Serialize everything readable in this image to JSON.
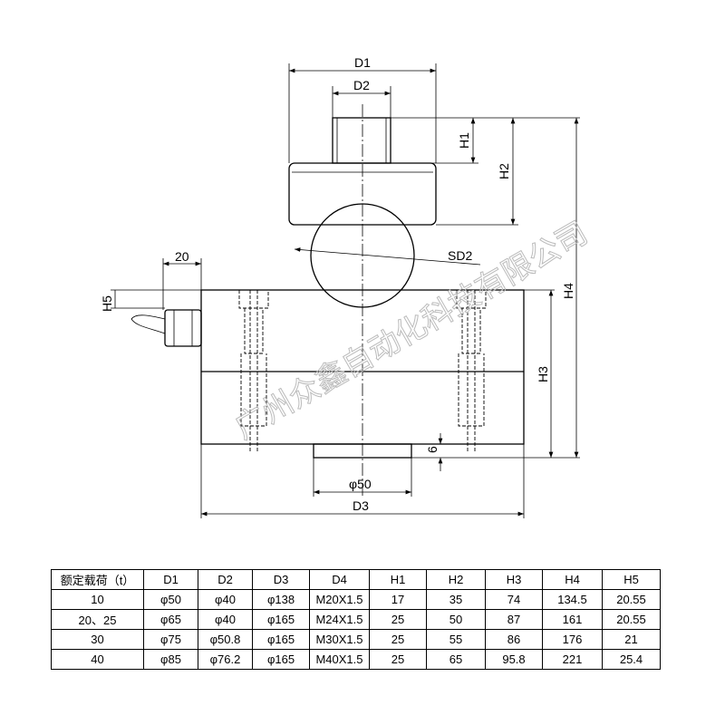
{
  "drawing": {
    "labels": {
      "d1": "D1",
      "d2": "D2",
      "h1": "H1",
      "h2": "H2",
      "h3": "H3",
      "h4": "H4",
      "h5": "H5",
      "sd2": "SD2",
      "d3": "D3",
      "phi50": "φ50",
      "w20": "20",
      "six": "6"
    },
    "watermark": "广州众鑫自动化科技有限公司"
  },
  "table": {
    "headers": [
      "额定载荷（t）",
      "D1",
      "D2",
      "D3",
      "D4",
      "H1",
      "H2",
      "H3",
      "H4",
      "H5"
    ],
    "rows": [
      [
        "10",
        "φ50",
        "φ40",
        "φ138",
        "M20X1.5",
        "17",
        "35",
        "74",
        "134.5",
        "20.55"
      ],
      [
        "20、25",
        "φ65",
        "φ40",
        "φ165",
        "M24X1.5",
        "25",
        "50",
        "87",
        "161",
        "20.55"
      ],
      [
        "30",
        "φ75",
        "φ50.8",
        "φ165",
        "M30X1.5",
        "25",
        "55",
        "86",
        "176",
        "21"
      ],
      [
        "40",
        "φ85",
        "φ76.2",
        "φ165",
        "M40X1.5",
        "25",
        "65",
        "95.8",
        "221",
        "25.4"
      ]
    ]
  }
}
